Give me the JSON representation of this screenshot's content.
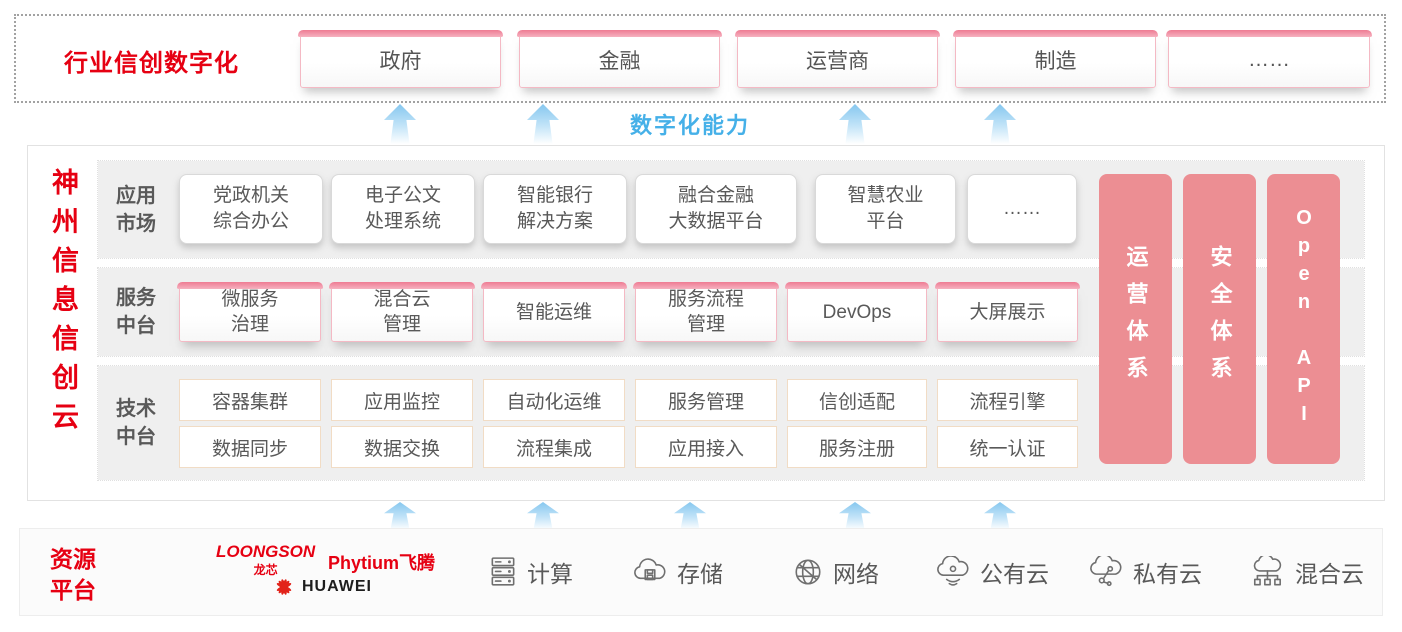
{
  "top_banner": {
    "title": "行业信创数字化",
    "industries": [
      "政府",
      "金融",
      "运营商",
      "制造",
      "……"
    ]
  },
  "capability_label": "数字化能力",
  "platform": {
    "title": "神州信息信创云",
    "rows": [
      {
        "label": "应用\n市场",
        "items": [
          "党政机关\n综合办公",
          "电子公文\n处理系统",
          "智能银行\n解决方案",
          "融合金融\n大数据平台",
          "智慧农业\n平台",
          "……"
        ]
      },
      {
        "label": "服务\n中台",
        "items": [
          "微服务\n治理",
          "混合云\n管理",
          "智能运维",
          "服务流程\n管理",
          "DevOps",
          "大屏展示"
        ]
      },
      {
        "label": "技术\n中台",
        "items_top": [
          "容器集群",
          "应用监控",
          "自动化运维",
          "服务管理",
          "信创适配",
          "流程引擎"
        ],
        "items_bottom": [
          "数据同步",
          "数据交换",
          "流程集成",
          "应用接入",
          "服务注册",
          "统一认证"
        ]
      }
    ],
    "pillars": [
      "运营体系",
      "安全体系",
      "Open API"
    ]
  },
  "resource": {
    "label": "资源\n平台",
    "vendors": {
      "loongson": "LOONGSON",
      "loongson_sub": "龙芯",
      "phytium": "Phytium飞腾",
      "huawei": "HUAWEI"
    },
    "items": [
      {
        "icon": "compute-icon",
        "label": "计算"
      },
      {
        "icon": "storage-icon",
        "label": "存储"
      },
      {
        "icon": "network-icon",
        "label": "网络"
      },
      {
        "icon": "public-cloud-icon",
        "label": "公有云"
      },
      {
        "icon": "private-cloud-icon",
        "label": "私有云"
      },
      {
        "icon": "hybrid-cloud-icon",
        "label": "混合云"
      }
    ]
  },
  "colors": {
    "accent_red": "#e60012",
    "pillar_pink": "#ec8e93",
    "cap_pink": "#ee7b93",
    "capability_blue": "#45b0e8",
    "text_gray": "#595959",
    "row_gray": "#efefef"
  }
}
